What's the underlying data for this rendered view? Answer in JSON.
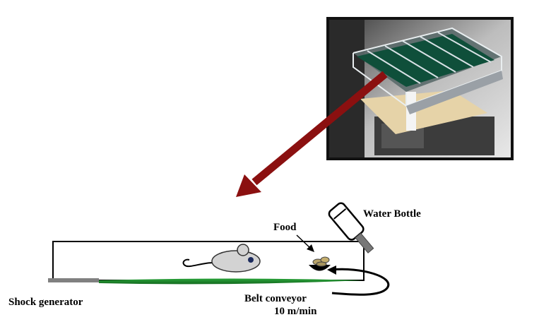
{
  "labels": {
    "water_bottle": "Water Bottle",
    "food": "Food",
    "shock_generator": "Shock generator",
    "belt_conveyor": "Belt conveyor",
    "belt_speed": "10 m/min"
  },
  "colors": {
    "arrow": "#8b1010",
    "belt": "#1f8a2e",
    "mouse": "#d3d3d3",
    "photo_frame": "#111111",
    "shock_bar": "#808080"
  },
  "icons": {
    "mouse": "mouse-icon",
    "food_bowl": "food-bowl-icon",
    "water_bottle": "water-bottle-icon"
  }
}
